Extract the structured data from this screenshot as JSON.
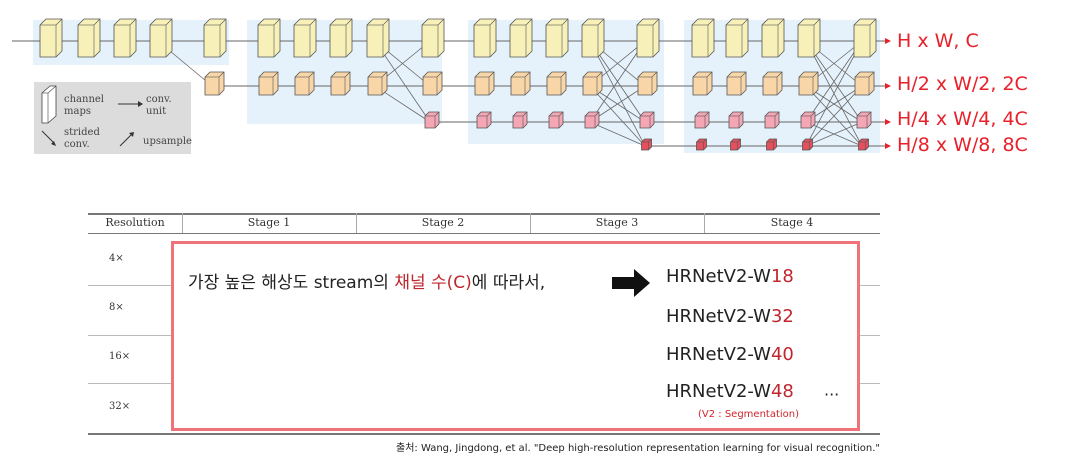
{
  "diagram": {
    "resolution_labels": [
      "H x W, C",
      "H/2 x W/2, 2C",
      "H/4 x W/4, 4C",
      "H/8 x W/8, 8C"
    ],
    "colors": {
      "stage_bg": "#e6f2fb",
      "stream1": "#f7f0b8",
      "stream2": "#f8d6a8",
      "stream3": "#f4a6b5",
      "stream4": "#e4505e",
      "label": "#e8202a"
    },
    "legend": {
      "channel_maps": "channel\nmaps",
      "conv_unit": "conv.\nunit",
      "strided_conv": "strided\nconv.",
      "upsample": "upsample"
    }
  },
  "table": {
    "headers": [
      "Resolution",
      "Stage 1",
      "Stage 2",
      "Stage 3",
      "Stage 4"
    ],
    "rows": [
      "4×",
      "8×",
      "16×",
      "32×"
    ]
  },
  "overlay": {
    "text_before": "가장 높은 해상도 stream의 ",
    "text_highlight": "채널 수(C)",
    "text_after": "에 따라서,",
    "variants": [
      {
        "prefix": "HRNetV2-W",
        "num": "18"
      },
      {
        "prefix": "HRNetV2-W",
        "num": "32"
      },
      {
        "prefix": "HRNetV2-W",
        "num": "40"
      },
      {
        "prefix": "HRNetV2-W",
        "num": "48"
      }
    ],
    "ellipsis": "···",
    "note": "(V2 : Segmentation)"
  },
  "citation": {
    "prefix": "출처: ",
    "text": "Wang, Jingdong, et al. \"Deep high-resolution representation learning for visual recognition.\""
  }
}
